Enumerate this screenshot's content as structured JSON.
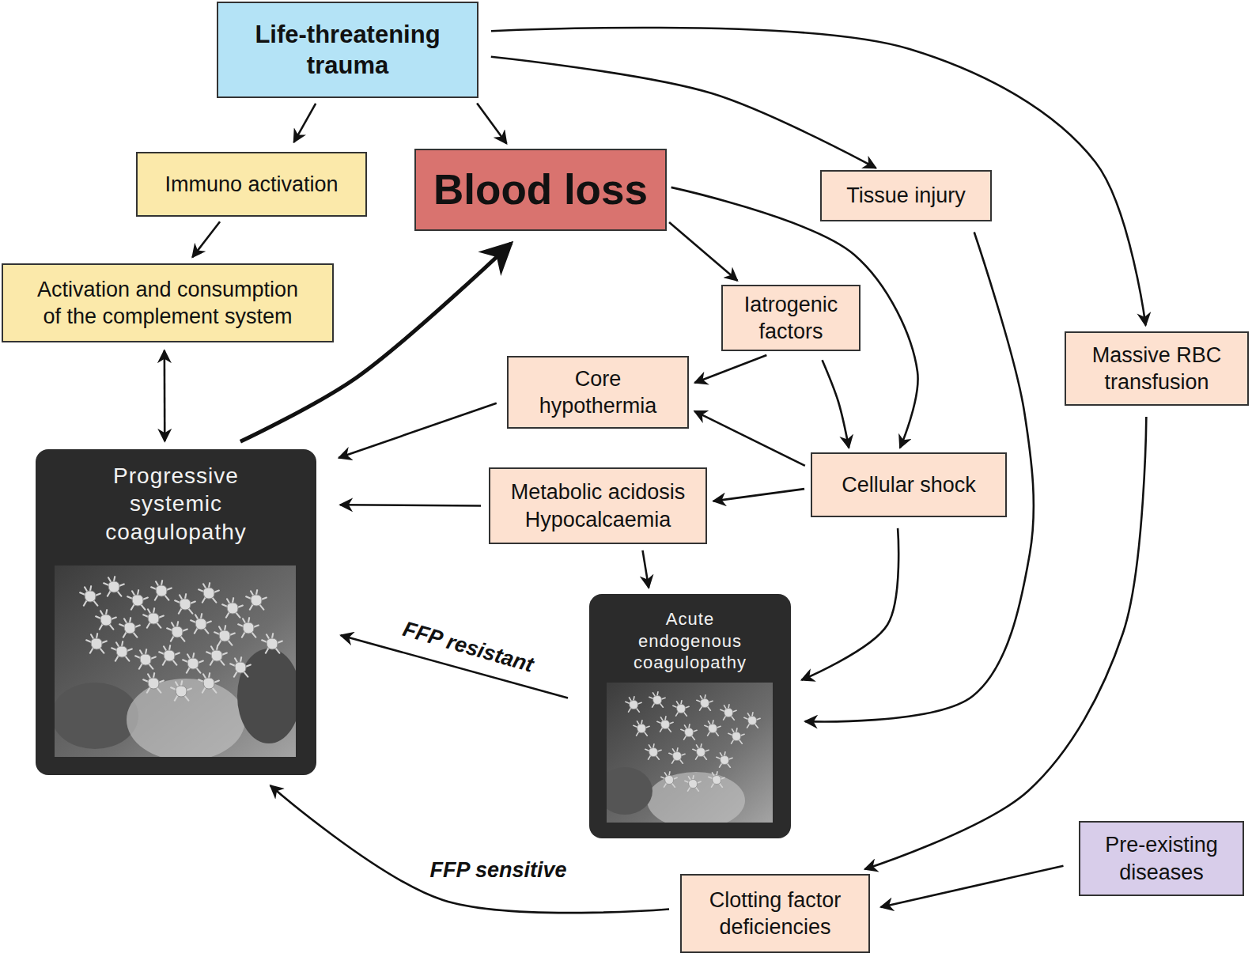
{
  "diagram": {
    "nodes": [
      {
        "text": [
          "Life-threatening trauma"
        ]
      },
      {
        "text": [
          "Immuno activation"
        ]
      },
      {
        "text": [
          "Blood loss"
        ]
      },
      {
        "text": [
          "Tissue injury"
        ]
      },
      {
        "text": [
          "Activation and consumption of the complement system"
        ]
      },
      {
        "text": [
          "Iatrogenic factors"
        ]
      },
      {
        "text": [
          "Massive RBC transfusion"
        ]
      },
      {
        "text": [
          "Core hypothermia"
        ]
      },
      {
        "text": [
          "Progressive systemic coagulopathy"
        ]
      },
      {
        "text": [
          "Metabolic acidosis",
          "Hypocalcaemia"
        ]
      },
      {
        "text": [
          "Cellular shock"
        ]
      },
      {
        "text": [
          "Acute endogenous coagulopathy"
        ]
      },
      {
        "text": [
          "Pre-existing diseases"
        ]
      },
      {
        "text": [
          "Clotting factor deficiencies"
        ]
      }
    ],
    "edges": [
      {
        "from": 0,
        "to": 1,
        "arrow": "to"
      },
      {
        "from": 0,
        "to": 2,
        "arrow": "to"
      },
      {
        "from": 0,
        "to": 3,
        "arrow": "to"
      },
      {
        "from": 0,
        "to": 6,
        "arrow": "to"
      },
      {
        "from": 1,
        "to": 4,
        "arrow": "to"
      },
      {
        "from": 4,
        "to": 8,
        "arrow": "both"
      },
      {
        "from": 8,
        "to": 2,
        "arrow": "to"
      },
      {
        "from": 2,
        "to": 5,
        "arrow": "to"
      },
      {
        "from": 2,
        "to": 10,
        "arrow": "to"
      },
      {
        "from": 5,
        "to": 7,
        "arrow": "to"
      },
      {
        "from": 5,
        "to": 10,
        "arrow": "to"
      },
      {
        "from": 7,
        "to": 8,
        "arrow": "to"
      },
      {
        "from": 10,
        "to": 7,
        "arrow": "to"
      },
      {
        "from": 10,
        "to": 9,
        "arrow": "to"
      },
      {
        "from": 9,
        "to": 8,
        "arrow": "to"
      },
      {
        "from": 9,
        "to": 11,
        "arrow": "to"
      },
      {
        "from": 10,
        "to": 11,
        "arrow": "to"
      },
      {
        "from": 3,
        "to": 11,
        "arrow": "to"
      },
      {
        "from": 6,
        "to": 13,
        "arrow": "to"
      },
      {
        "from": 11,
        "to": 8,
        "label": "FFP resistant",
        "arrow": "to"
      },
      {
        "from": 13,
        "to": 8,
        "label": "FFP sensitive",
        "arrow": "to"
      },
      {
        "from": 12,
        "to": 13,
        "arrow": "to"
      }
    ]
  }
}
